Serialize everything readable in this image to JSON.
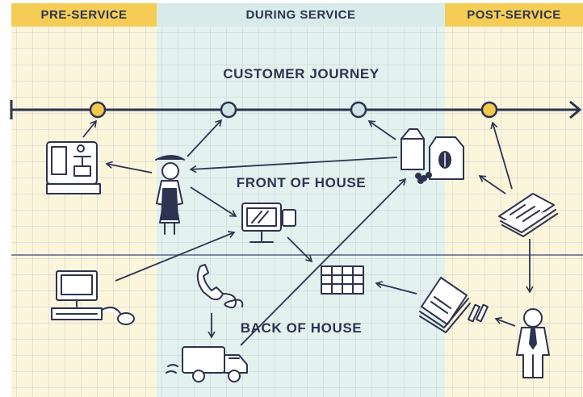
{
  "phases": {
    "pre": "PRE-SERVICE",
    "during": "DURING SERVICE",
    "post": "POST-SERVICE"
  },
  "lanes": {
    "customer_journey": "CUSTOMER JOURNEY",
    "front_of_house": "FRONT OF HOUSE",
    "back_of_house": "BACK OF HOUSE"
  },
  "touchpoints": [
    {
      "phase": "pre",
      "color": "#f2c94c"
    },
    {
      "phase": "during",
      "color": "#cfe3e3"
    },
    {
      "phase": "during",
      "color": "#cfe3e3"
    },
    {
      "phase": "post",
      "color": "#f2c94c"
    }
  ],
  "icons": [
    "espresso-machine-icon",
    "waiter-icon",
    "pos-terminal-icon",
    "coffee-packages-icon",
    "newspaper-icon",
    "computer-icon",
    "telephone-icon",
    "spreadsheet-icon",
    "documents-icon",
    "manager-icon",
    "delivery-truck-icon"
  ],
  "colors": {
    "ink": "#2d3350",
    "pre_bg": "#fbf5dc",
    "during_bg": "#e3f1ef",
    "post_bg": "#fbf5dc",
    "grid": "#c9cfd3",
    "phase_yellow": "#f5cd56",
    "phase_teal": "#d9ebe9"
  }
}
